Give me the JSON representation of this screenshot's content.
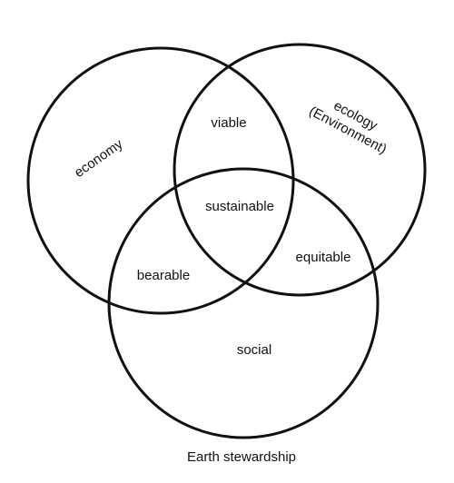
{
  "diagram": {
    "sets": {
      "economy": "economy",
      "ecology_line1": "ecology",
      "ecology_line2": "(Environment)",
      "social": "social"
    },
    "intersections": {
      "economy_ecology": "viable",
      "economy_social": "bearable",
      "ecology_social": "equitable",
      "all_three": "sustainable"
    },
    "caption": "Earth stewardship",
    "line_color": "#111111"
  }
}
